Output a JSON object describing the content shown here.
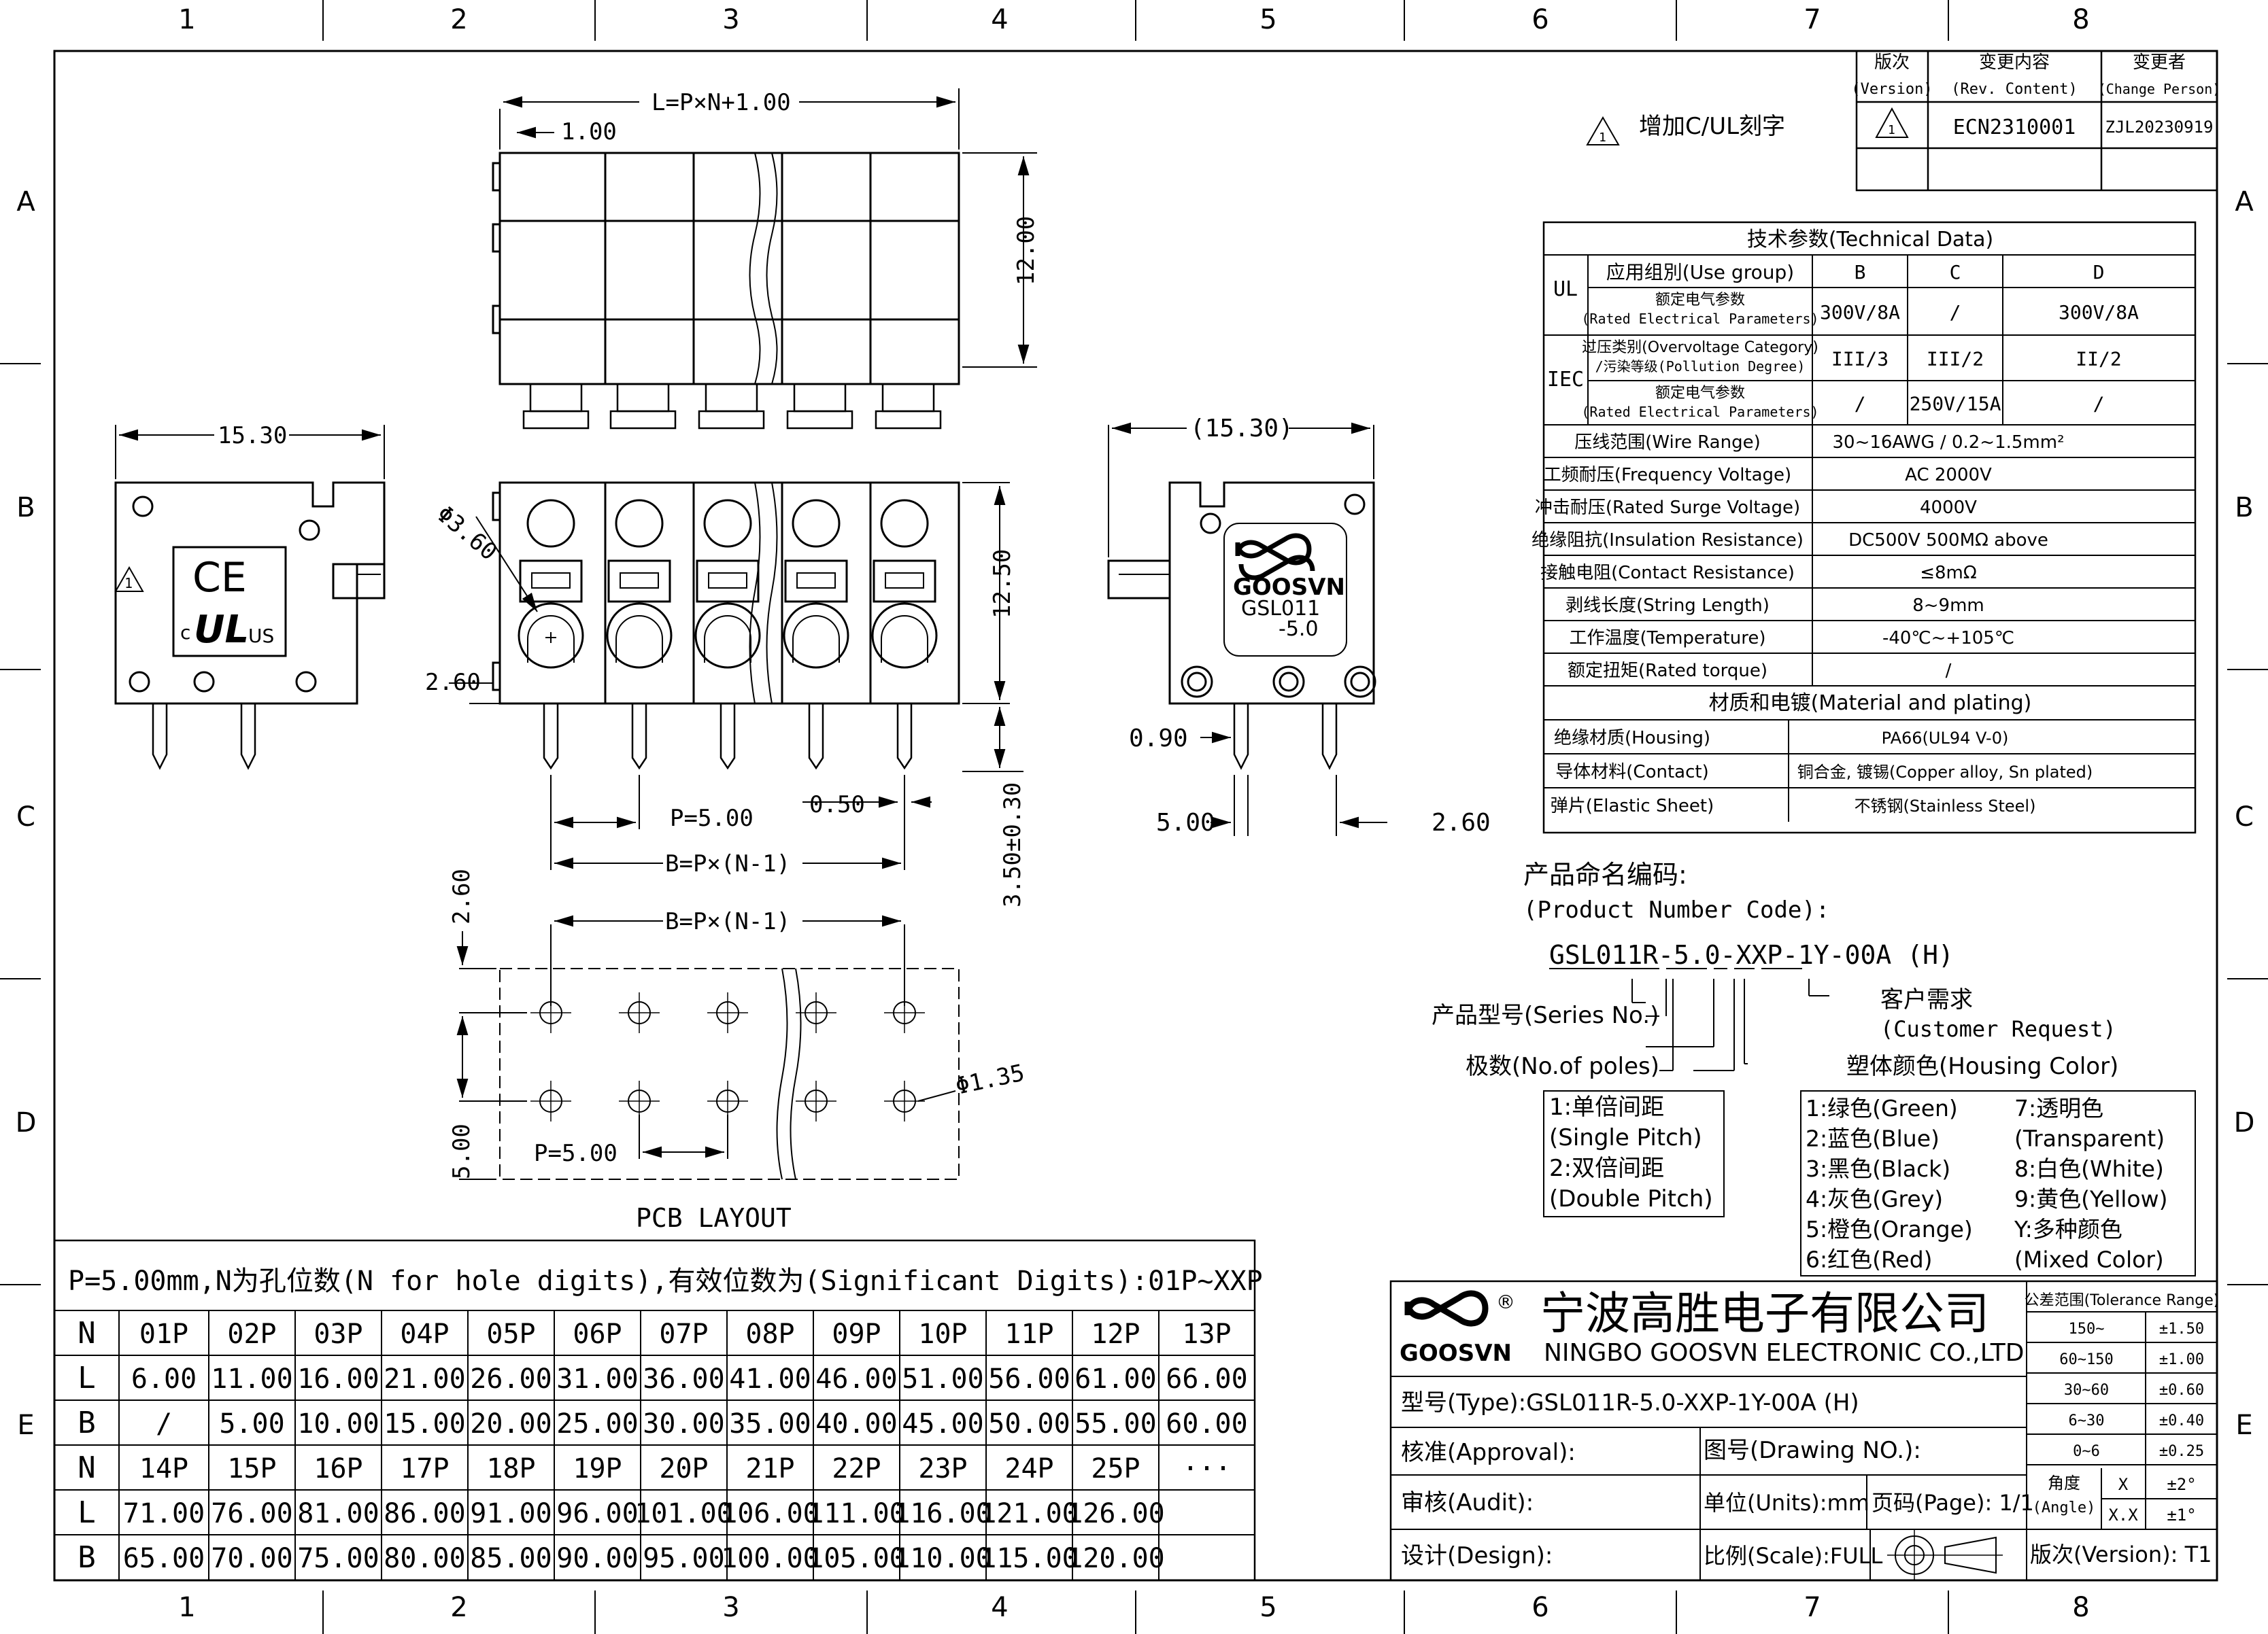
{
  "zone_columns": [
    "1",
    "2",
    "3",
    "4",
    "5",
    "6",
    "7",
    "8"
  ],
  "zone_rows": [
    "A",
    "B",
    "C",
    "D",
    "E"
  ],
  "revision": {
    "headers": [
      "版次\n(Version)",
      "变更内容\n(Rev. Content)",
      "变更者\n(Change Person)"
    ],
    "row": {
      "version_mark": "1",
      "content": "ECN2310001",
      "person": "ZJL20230919"
    },
    "note": "增加C/UL刻字"
  },
  "dimensions": {
    "top_length": "L=P×N+1.00",
    "top_offset": "1.00",
    "top_height": "12.00",
    "side_width": "15.30",
    "hole_dia": "Φ3.60",
    "front_height": "12.50",
    "front_offset": "2.60",
    "pitch": "P=5.00",
    "pin_width": "0.50",
    "span": "B=P×(N-1)",
    "pin_length": "3.50±0.30",
    "back_width": "(15.30)",
    "back_pin": "0.90",
    "back_spacing": "5.00",
    "back_offset": "2.60",
    "pcb_offset": "2.60",
    "pcb_span": "B=P×(N-1)",
    "pcb_hole": "Φ1.35",
    "pcb_row_pitch": "5.00",
    "pcb_pitch": "P=5.00",
    "pcb_title": "PCB  LAYOUT"
  },
  "side_marks": {
    "ce": "CE",
    "c": "c",
    "ul": "UL",
    "us": "US",
    "warning": "1"
  },
  "logo": {
    "brand": "GOOSVN",
    "model": "GSL011",
    "pitch": "-5.0"
  },
  "tech": {
    "title": "技术参数(Technical Data)",
    "ul_label": "UL",
    "iec_label": "IEC",
    "use_group": "应用组別(Use group)",
    "groups": [
      "B",
      "C",
      "D"
    ],
    "rows": [
      {
        "label": "额定电气参数\n(Rated Electrical Parameters)",
        "values": [
          "300V/8A",
          "/",
          "300V/8A"
        ]
      },
      {
        "label": "过压类别(Overvoltage Category)\n/污染等级(Pollution Degree)",
        "values": [
          "III/3",
          "III/2",
          "II/2"
        ]
      },
      {
        "label": "额定电气参数\n(Rated Electrical Parameters)",
        "values": [
          "/",
          "250V/15A",
          "/"
        ]
      }
    ],
    "general": [
      {
        "label": "压线范围(Wire Range)",
        "value": "30~16AWG / 0.2~1.5mm²"
      },
      {
        "label": "工频耐压(Frequency Voltage)",
        "value": "AC 2000V"
      },
      {
        "label": "冲击耐压(Rated Surge Voltage)",
        "value": "4000V"
      },
      {
        "label": "绝缘阻抗(Insulation Resistance)",
        "value": "DC500V 500MΩ above"
      },
      {
        "label": "接触电阻(Contact Resistance)",
        "value": "≤8mΩ"
      },
      {
        "label": "剥线长度(String Length)",
        "value": "8~9mm"
      },
      {
        "label": "工作温度(Temperature)",
        "value": "-40℃~+105℃"
      },
      {
        "label": "额定扭矩(Rated torque)",
        "value": "/"
      }
    ],
    "material_title": "材质和电镀(Material and plating)",
    "materials": [
      {
        "label": "绝缘材质(Housing)",
        "value": "PA66(UL94 V-0)"
      },
      {
        "label": "导体材料(Contact)",
        "value": "铜合金, 镀锡(Copper alloy, Sn plated)"
      },
      {
        "label": "弹片(Elastic Sheet)",
        "value": "不锈钢(Stainless Steel)"
      }
    ]
  },
  "product_code": {
    "title_cn": "产品命名编码:",
    "title_en": "(Product Number Code):",
    "code": "GSL011R-5.0-XXP-1Y-00A (H)",
    "series": "产品型号(Series No.)",
    "poles": "极数(No.of poles)",
    "customer_1": "客户需求",
    "customer_2": "(Customer Request)",
    "housing": "塑体颜色(Housing Color)",
    "pitch_options": [
      "1:单倍间距",
      "(Single Pitch)",
      "2:双倍间距",
      "(Double Pitch)"
    ],
    "colors_left": [
      "1:绿色(Green)",
      "2:蓝色(Blue)",
      "3:黑色(Black)",
      "4:灰色(Grey)",
      "5:橙色(Orange)",
      "6:红色(Red)"
    ],
    "colors_right": [
      "7:透明色",
      "(Transparent)",
      "8:白色(White)",
      "9:黄色(Yellow)",
      "Y:多种颜色",
      "(Mixed Color)"
    ]
  },
  "pins_table": {
    "caption": "P=5.00mm,N为孔位数(N for hole digits),有效位数为(Significant Digits):01P~XXP",
    "rows": [
      [
        "N",
        "01P",
        "02P",
        "03P",
        "04P",
        "05P",
        "06P",
        "07P",
        "08P",
        "09P",
        "10P",
        "11P",
        "12P",
        "13P"
      ],
      [
        "L",
        "6.00",
        "11.00",
        "16.00",
        "21.00",
        "26.00",
        "31.00",
        "36.00",
        "41.00",
        "46.00",
        "51.00",
        "56.00",
        "61.00",
        "66.00"
      ],
      [
        "B",
        "/",
        "5.00",
        "10.00",
        "15.00",
        "20.00",
        "25.00",
        "30.00",
        "35.00",
        "40.00",
        "45.00",
        "50.00",
        "55.00",
        "60.00"
      ],
      [
        "N",
        "14P",
        "15P",
        "16P",
        "17P",
        "18P",
        "19P",
        "20P",
        "21P",
        "22P",
        "23P",
        "24P",
        "25P",
        "···"
      ],
      [
        "L",
        "71.00",
        "76.00",
        "81.00",
        "86.00",
        "91.00",
        "96.00",
        "101.00",
        "106.00",
        "111.00",
        "116.00",
        "121.00",
        "126.00",
        ""
      ],
      [
        "B",
        "65.00",
        "70.00",
        "75.00",
        "80.00",
        "85.00",
        "90.00",
        "95.00",
        "100.00",
        "105.00",
        "110.00",
        "115.00",
        "120.00",
        ""
      ]
    ]
  },
  "title_block": {
    "company_cn": "宁波高胜电子有限公司",
    "company_en": "NINGBO GOOSVN ELECTRONIC CO.,LTD",
    "logo_text": "GOOSVN",
    "registered": "®",
    "type": "型号(Type):GSL011R-5.0-XXP-1Y-00A (H)",
    "approval": "核准(Approval):",
    "drawing_no": "图号(Drawing NO.):",
    "audit": "审核(Audit):",
    "units": "单位(Units):mm",
    "page": "页码(Page): 1/1",
    "design": "设计(Design):",
    "scale": "比例(Scale):FULL",
    "version": "版次(Version): T1",
    "tolerance_title": "公差范围(Tolerance Range)",
    "tolerances": [
      [
        "150~",
        "±1.50"
      ],
      [
        "60~150",
        "±1.00"
      ],
      [
        "30~60",
        "±0.60"
      ],
      [
        "6~30",
        "±0.40"
      ],
      [
        "0~6",
        "±0.25"
      ]
    ],
    "angle_label": "角度\n(Angle)",
    "angle_rows": [
      [
        "X",
        "±2°"
      ],
      [
        "X.X",
        "±1°"
      ]
    ]
  }
}
